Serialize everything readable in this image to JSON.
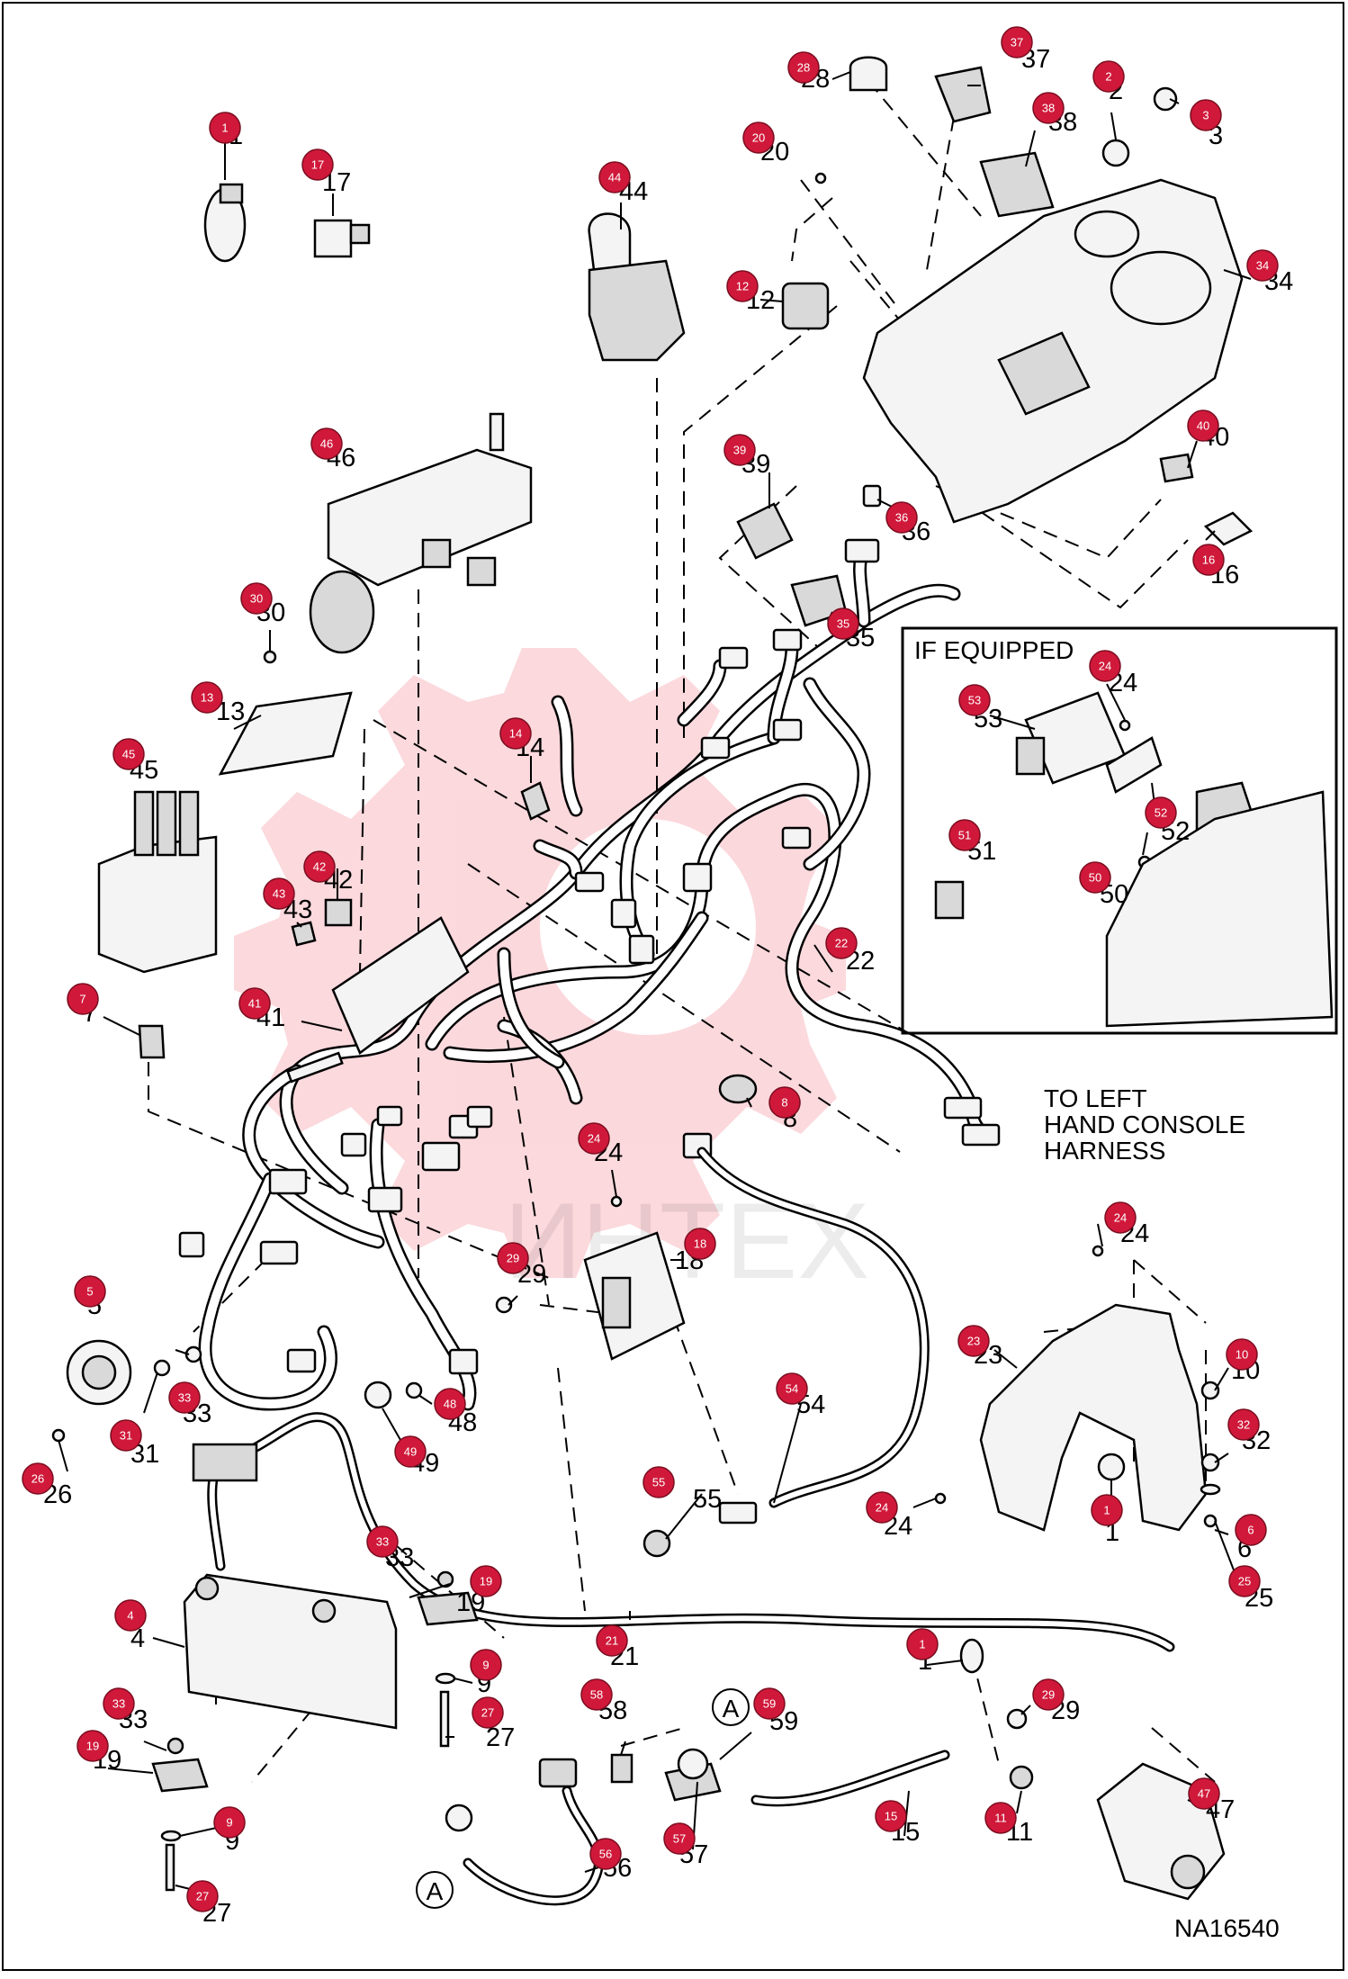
{
  "figure_code": "NA16540",
  "watermark": "ИНТЕХ",
  "inset_title": "IF EQUIPPED",
  "note_lines": [
    "TO LEFT",
    "HAND CONSOLE",
    "HARNESS"
  ],
  "view_marker": "A",
  "accent_color": "#d0193a",
  "callouts": [
    {
      "id": "c1a",
      "n": "1"
    },
    {
      "id": "c17",
      "n": "17"
    },
    {
      "id": "c44",
      "n": "44"
    },
    {
      "id": "c28",
      "n": "28"
    },
    {
      "id": "c37",
      "n": "37"
    },
    {
      "id": "c38",
      "n": "38"
    },
    {
      "id": "c2",
      "n": "2"
    },
    {
      "id": "c3",
      "n": "3"
    },
    {
      "id": "c20",
      "n": "20"
    },
    {
      "id": "c12",
      "n": "12"
    },
    {
      "id": "c34",
      "n": "34"
    },
    {
      "id": "c46",
      "n": "46"
    },
    {
      "id": "c39",
      "n": "39"
    },
    {
      "id": "c36",
      "n": "36"
    },
    {
      "id": "c40",
      "n": "40"
    },
    {
      "id": "c16",
      "n": "16"
    },
    {
      "id": "c35",
      "n": "35"
    },
    {
      "id": "c30",
      "n": "30"
    },
    {
      "id": "c13",
      "n": "13"
    },
    {
      "id": "c14",
      "n": "14"
    },
    {
      "id": "c45",
      "n": "45"
    },
    {
      "id": "c42",
      "n": "42"
    },
    {
      "id": "c43",
      "n": "43"
    },
    {
      "id": "c7",
      "n": "7"
    },
    {
      "id": "c41",
      "n": "41"
    },
    {
      "id": "c22",
      "n": "22"
    },
    {
      "id": "c8",
      "n": "8"
    },
    {
      "id": "c24a",
      "n": "24"
    },
    {
      "id": "c18",
      "n": "18"
    },
    {
      "id": "c29a",
      "n": "29"
    },
    {
      "id": "c5",
      "n": "5"
    },
    {
      "id": "c33a",
      "n": "33"
    },
    {
      "id": "c31",
      "n": "31"
    },
    {
      "id": "c26",
      "n": "26"
    },
    {
      "id": "c48",
      "n": "48"
    },
    {
      "id": "c49",
      "n": "49"
    },
    {
      "id": "c54",
      "n": "54"
    },
    {
      "id": "c55",
      "n": "55"
    },
    {
      "id": "c24b",
      "n": "24"
    },
    {
      "id": "c23",
      "n": "23"
    },
    {
      "id": "c10",
      "n": "10"
    },
    {
      "id": "c32",
      "n": "32"
    },
    {
      "id": "c1b",
      "n": "1"
    },
    {
      "id": "c24c",
      "n": "24"
    },
    {
      "id": "c6",
      "n": "6"
    },
    {
      "id": "c25",
      "n": "25"
    },
    {
      "id": "c4",
      "n": "4"
    },
    {
      "id": "c33b",
      "n": "33"
    },
    {
      "id": "c19a",
      "n": "19"
    },
    {
      "id": "c9a",
      "n": "9"
    },
    {
      "id": "c27a",
      "n": "27"
    },
    {
      "id": "c21",
      "n": "21"
    },
    {
      "id": "c1c",
      "n": "1"
    },
    {
      "id": "c29b",
      "n": "29"
    },
    {
      "id": "c58",
      "n": "58"
    },
    {
      "id": "c59",
      "n": "59"
    },
    {
      "id": "c33c",
      "n": "33"
    },
    {
      "id": "c19b",
      "n": "19"
    },
    {
      "id": "c9b",
      "n": "9"
    },
    {
      "id": "c27b",
      "n": "27"
    },
    {
      "id": "c56",
      "n": "56"
    },
    {
      "id": "c57",
      "n": "57"
    },
    {
      "id": "c15",
      "n": "15"
    },
    {
      "id": "c11",
      "n": "11"
    },
    {
      "id": "c47",
      "n": "47"
    },
    {
      "id": "c53",
      "n": "53"
    },
    {
      "id": "c24d",
      "n": "24"
    },
    {
      "id": "c52",
      "n": "52"
    },
    {
      "id": "c51",
      "n": "51"
    },
    {
      "id": "c50",
      "n": "50"
    }
  ]
}
